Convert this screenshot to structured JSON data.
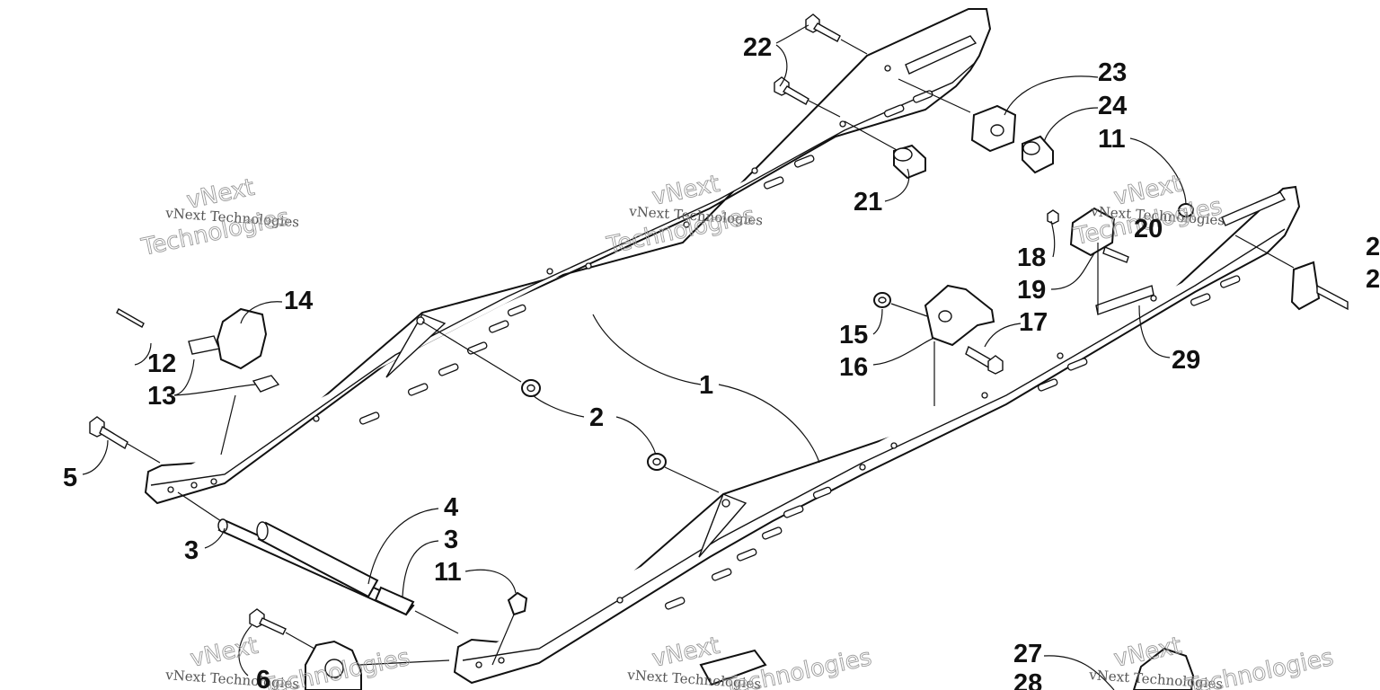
{
  "diagram": {
    "type": "exploded-parts-diagram",
    "watermarks": [
      {
        "line1": "vNext",
        "line2": "vNext Technologies",
        "line3": "Technologies"
      },
      {
        "line1": "vNext",
        "line2": "vNext Technologies",
        "line3": "Technologies"
      },
      {
        "line1": "vNext",
        "line2": "vNext Technologies",
        "line3": "Technologies"
      },
      {
        "line1": "vNext",
        "line2": "vNext Technologies",
        "line3": "Technologies"
      },
      {
        "line1": "vNext",
        "line2": "vNext Technologies",
        "line3": "Technologies"
      },
      {
        "line1": "vNext",
        "line2": "vNext Technologies",
        "line3": "Technologies"
      }
    ],
    "callouts": [
      {
        "label": "1"
      },
      {
        "label": "2"
      },
      {
        "label": "3"
      },
      {
        "label": "3"
      },
      {
        "label": "4"
      },
      {
        "label": "5"
      },
      {
        "label": "6"
      },
      {
        "label": "11"
      },
      {
        "label": "11"
      },
      {
        "label": "12"
      },
      {
        "label": "13"
      },
      {
        "label": "14"
      },
      {
        "label": "15"
      },
      {
        "label": "16"
      },
      {
        "label": "17"
      },
      {
        "label": "18"
      },
      {
        "label": "19"
      },
      {
        "label": "20"
      },
      {
        "label": "21"
      },
      {
        "label": "22"
      },
      {
        "label": "23"
      },
      {
        "label": "24"
      },
      {
        "label": "27"
      },
      {
        "label": "28"
      },
      {
        "label": "29"
      },
      {
        "label": "2"
      },
      {
        "label": "2"
      }
    ]
  }
}
